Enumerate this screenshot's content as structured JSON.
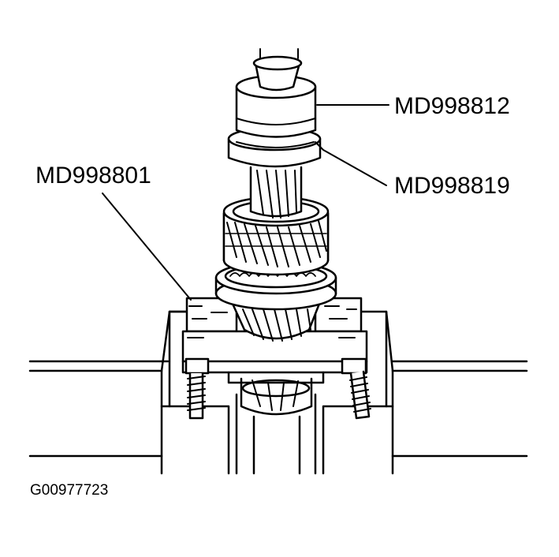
{
  "labels": {
    "tool_top": "MD998812",
    "tool_ring": "MD998819",
    "tool_plate": "MD998801"
  },
  "figure_id": "G00977723",
  "colors": {
    "ink": "#000000",
    "paper": "#ffffff",
    "shade": "#d9d9d9"
  }
}
